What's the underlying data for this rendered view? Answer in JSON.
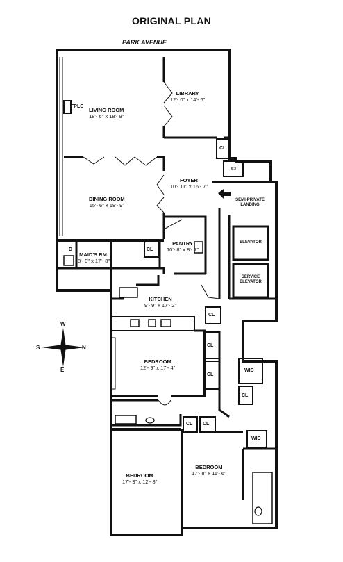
{
  "plan_title": "ORIGINAL PLAN",
  "street": "PARK AVENUE",
  "rooms": {
    "library": {
      "name": "LIBRARY",
      "dims": "12'- 0\" x 14'- 6\""
    },
    "living": {
      "name": "LIVING ROOM",
      "dims": "18'- 6\" x 18'- 9\""
    },
    "fplc": "FPLC",
    "foyer": {
      "name": "FOYER",
      "dims": "10'- 11\" x 16'- 7\""
    },
    "dining": {
      "name": "DINING ROOM",
      "dims": "15'- 6\" x 18'- 9\""
    },
    "semi_private": "SEMI-PRIVATE LANDING",
    "pantry": {
      "name": "PANTRY",
      "dims": "10'- 8\" x 8'- 7\""
    },
    "maids": {
      "name": "MAID'S RM.",
      "dims": "8'- 0\" x 17'- 8\""
    },
    "elevator": "ELEVATOR",
    "service_elevator": "SERVICE ELEVATOR",
    "kitchen": {
      "name": "KITCHEN",
      "dims": "9'- 9\" x 17'- 2\""
    },
    "bedroom1": {
      "name": "BEDROOM",
      "dims": "12'- 9\" x 17'- 4\""
    },
    "bedroom2": {
      "name": "BEDROOM",
      "dims": "17'- 3\" x 12'- 8\""
    },
    "bedroom3": {
      "name": "BEDROOM",
      "dims": "17'- 8\" x 11'- 6\""
    }
  },
  "closet": "CL",
  "walk_in": "WIC",
  "compass": {
    "n": "N",
    "s": "S",
    "e": "E",
    "w": "W"
  },
  "legend_d": "D"
}
